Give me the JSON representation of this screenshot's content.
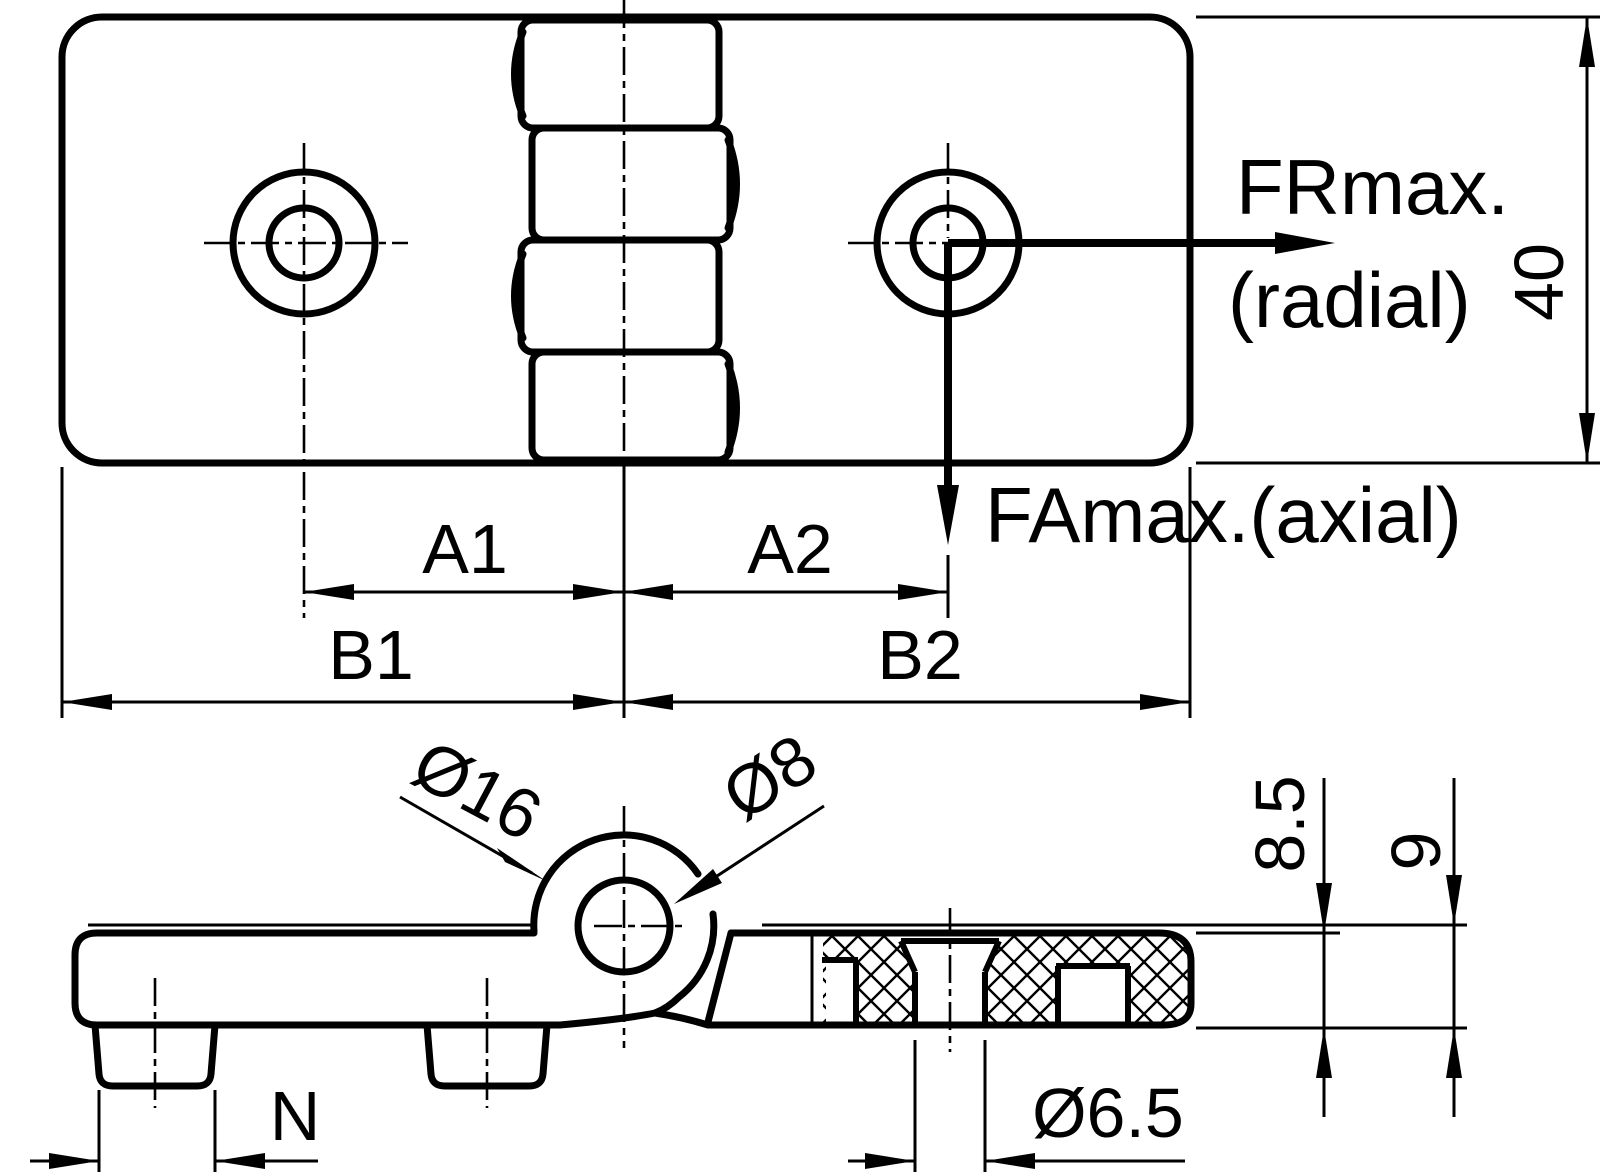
{
  "page": {
    "background_color": "#ffffff",
    "line_color": "#000000",
    "drawing_type": "hinge technical drawing"
  },
  "top_view": {
    "labels": {
      "force_radial": "FRmax.",
      "force_radial_note": "(radial)",
      "force_axial": "FAmax.(axial)",
      "height": "40",
      "a1": "A1",
      "a2": "A2",
      "b1": "B1",
      "b2": "B2"
    }
  },
  "side_view": {
    "labels": {
      "knuckle_diameter": "Ø16",
      "pin_diameter": "Ø8",
      "boss_width": "N",
      "hole_diameter": "Ø6.5",
      "leaf_thickness": "8.5",
      "total_thickness": "9"
    }
  }
}
